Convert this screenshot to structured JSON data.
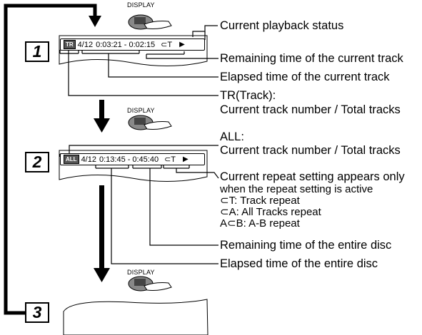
{
  "display_button": {
    "label": "DISPLAY"
  },
  "steps": [
    {
      "number": "1",
      "osd": {
        "mode": "TR",
        "track": "4/12",
        "elapsed": "0:03:21",
        "sep": "-",
        "remaining": "0:02:15",
        "repeat": "⊂T",
        "status": "▶"
      }
    },
    {
      "number": "2",
      "osd": {
        "mode": "ALL",
        "track": "4/12",
        "elapsed": "0:13:45",
        "sep": "-",
        "remaining": "0:45:40",
        "repeat": "⊂T",
        "status": "▶"
      }
    },
    {
      "number": "3"
    }
  ],
  "labels": {
    "playback_status": "Current playback status",
    "remaining_track": "Remaining time of the current track",
    "elapsed_track": "Elapsed time of the current track",
    "tr_title": "TR(Track):",
    "tr_desc": "Current track number / Total tracks",
    "all_title": "ALL:",
    "all_desc": "Current track number / Total tracks",
    "repeat_line1": "Current repeat setting appears only",
    "repeat_line2": "when the repeat setting is active",
    "repeat_t": "⊂T: Track repeat",
    "repeat_a": "⊂A: All Tracks repeat",
    "repeat_ab": "A⊂B: A-B repeat",
    "remaining_disc": "Remaining time of the entire disc",
    "elapsed_disc": "Elapsed time of the entire disc"
  }
}
